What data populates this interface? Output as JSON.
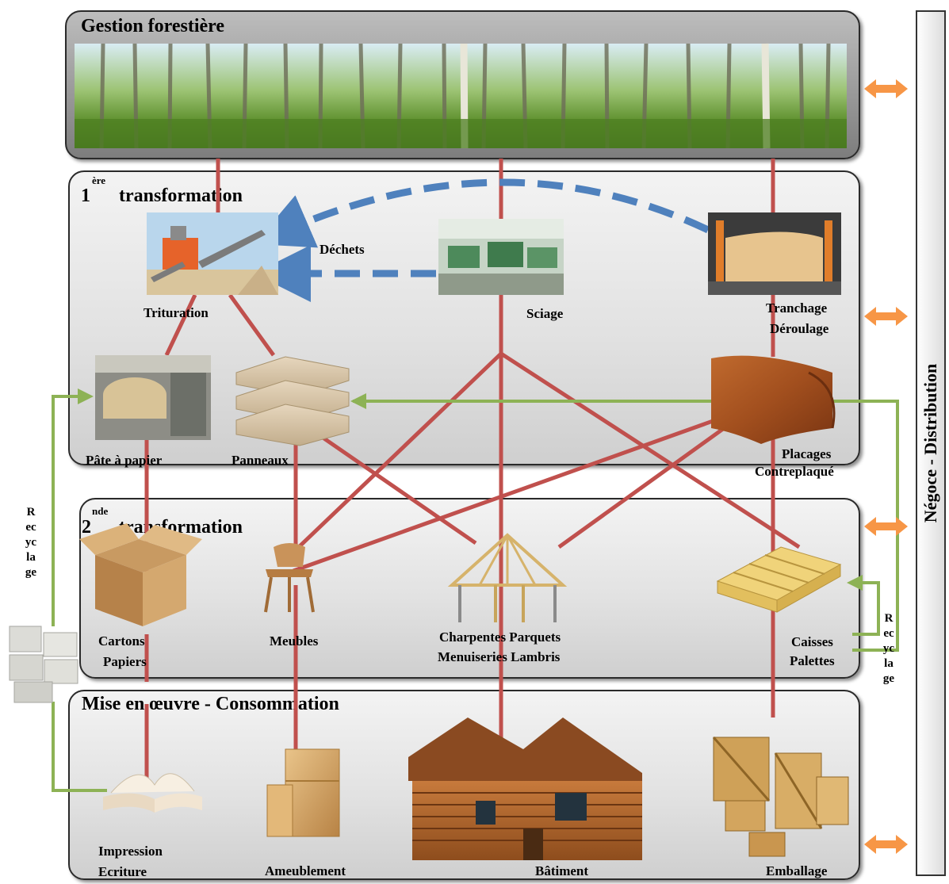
{
  "sections": {
    "forest": "Gestion forestière",
    "first_num": "1",
    "first_sup": "ère",
    "first": "transformation",
    "second_num": "2",
    "second_sup": "nde",
    "second": "transformation",
    "third": "Mise en œuvre - Consommation"
  },
  "first_transformation": {
    "trituration": "Trituration",
    "sciage": "Sciage",
    "tranchage": "Tranchage",
    "deroulage": "Déroulage",
    "dechets": "Déchets",
    "pate": "Pâte à papier",
    "panneaux": "Panneaux",
    "placages": "Placages",
    "contreplaque": "Contreplaqué"
  },
  "second_transformation": {
    "cartons": "Cartons",
    "papiers": "Papiers",
    "meubles": "Meubles",
    "charpentes": "Charpentes Parquets",
    "menuiseries": "Menuiseries Lambris",
    "caisses": "Caisses",
    "palettes": "Palettes"
  },
  "consumption": {
    "impression": "Impression",
    "ecriture": "Ecriture",
    "ameublement": "Ameublement",
    "batiment": "Bâtiment",
    "emballage": "Emballage"
  },
  "recycling": {
    "left": [
      "R",
      "ec",
      "yc",
      "la",
      "ge"
    ],
    "right": [
      "R",
      "ec",
      "yc",
      "la",
      "ge"
    ]
  },
  "sidebar": "Négoce - Distribution",
  "colors": {
    "flow_red": "#c0504d",
    "waste_blue": "#4f81bd",
    "recycle_green": "#8db255",
    "exchange_orange": "#f79646"
  },
  "icons": [
    "forest-photo",
    "crusher-icon",
    "sawmill-icon",
    "veneer-machine-icon",
    "paper-pulp-icon",
    "panels-icon",
    "veneer-sheet-icon",
    "cardboard-box-icon",
    "chair-icon",
    "roof-frame-icon",
    "pallet-icon",
    "book-icon",
    "cabinet-icon",
    "log-house-icon",
    "crates-icon",
    "paper-bales-icon"
  ]
}
